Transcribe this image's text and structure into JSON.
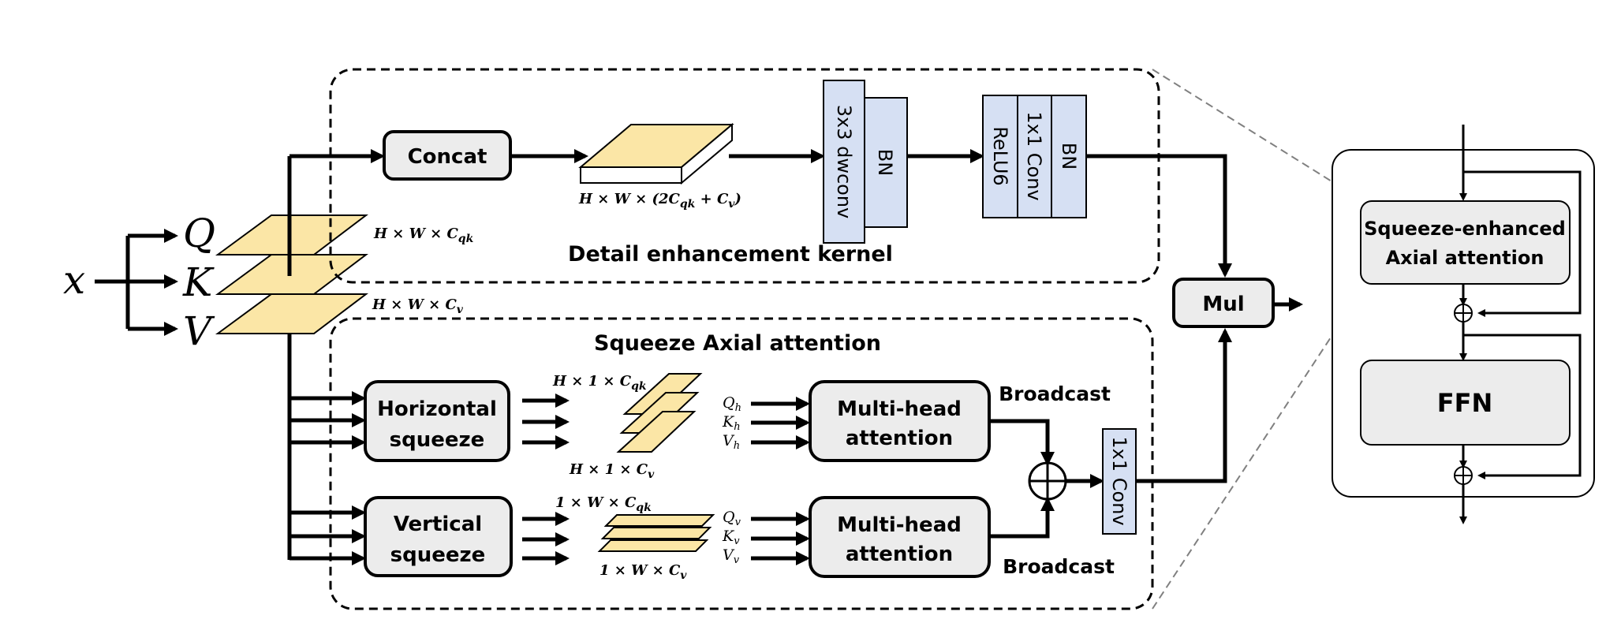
{
  "inputs": {
    "x": "x",
    "q": "Q",
    "k": "K",
    "v": "V"
  },
  "dims": {
    "qk": "H × W × C",
    "qk_sub": "qk",
    "v": "H × W × C",
    "v_sub": "v",
    "concat_out": "H × W × (2C",
    "concat_out_sub": "qk",
    "concat_out_tail": " + C",
    "concat_out_tail_sub": "v",
    "concat_out_close": ")",
    "h_qk": "H × 1 × C",
    "h_qk_sub": "qk",
    "h_v": "H × 1 × C",
    "h_v_sub": "v",
    "v_qk": "1 × W × C",
    "v_qk_sub": "qk",
    "v_v": "1 × W × C",
    "v_v_sub": "v"
  },
  "qkv_h": {
    "q": "Q",
    "q_sub": "h",
    "k": "K",
    "k_sub": "h",
    "v": "V",
    "v_sub": "h"
  },
  "qkv_v": {
    "q": "Q",
    "q_sub": "v",
    "k": "K",
    "k_sub": "v",
    "v": "V",
    "v_sub": "v"
  },
  "detail": {
    "title": "Detail enhancement kernel",
    "concat": "Concat",
    "dwconv": "3x3 dwconv",
    "bn1": "BN",
    "relu6": "ReLU6",
    "conv1x1": "1x1 Conv",
    "bn2": "BN"
  },
  "axial": {
    "title": "Squeeze Axial attention",
    "h_squeeze_1": "Horizontal",
    "h_squeeze_2": "squeeze",
    "v_squeeze_1": "Vertical",
    "v_squeeze_2": "squeeze",
    "mha_1": "Multi-head",
    "mha_2": "attention",
    "broadcast_top": "Broadcast",
    "broadcast_bottom": "Broadcast",
    "conv1x1": "1x1 Conv"
  },
  "mul": "Mul",
  "block": {
    "sea_1": "Squeeze-enhanced",
    "sea_2": "Axial attention",
    "ffn": "FFN"
  },
  "colors": {
    "plate_fill": "#fbe6a6",
    "plate_stroke": "#000000",
    "box_fill": "#ececec",
    "conv_fill": "#d6e0f3",
    "dash_stroke": "#808080"
  }
}
